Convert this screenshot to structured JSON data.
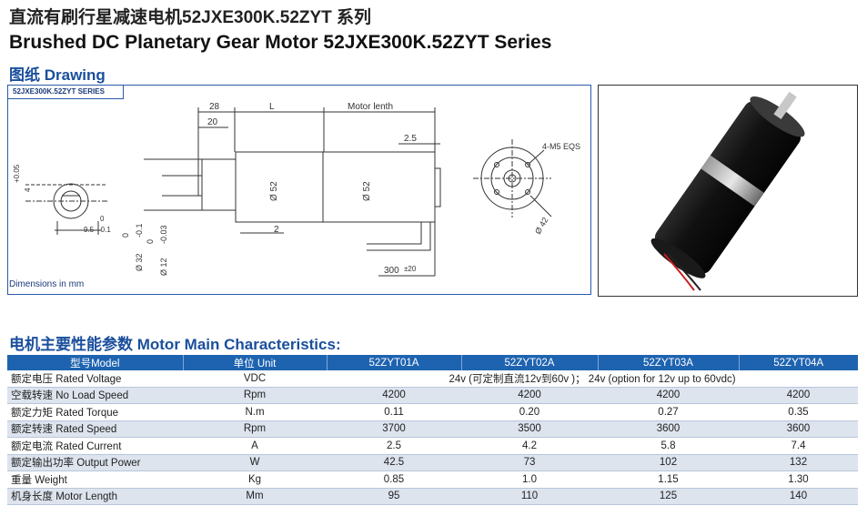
{
  "header": {
    "title_cn": "直流有刷行星减速电机52JXE300K.52ZYT 系列",
    "title_en": "Brushed DC Planetary Gear Motor 52JXE300K.52ZYT Series"
  },
  "drawing_section": {
    "title": "图纸 Drawing",
    "series_tag": "52JXE300K.52ZYT SERIES",
    "footer_label": "Dimensions in mm",
    "dims": {
      "d28": "28",
      "d20": "20",
      "dL": "L",
      "motor_len": "Motor lenth",
      "d25": "2.5",
      "holes": "4-M5 EQS",
      "tol_plus": "+0.05",
      "four": "4",
      "zero": "0",
      "d95": "9.5",
      "minus01": "-0.1",
      "phi32": "Ø 32",
      "phi12": "Ø 12",
      "minus003": "-0.03",
      "phi52": "Ø 52",
      "two": "2",
      "lead": "300",
      "pm20": "±20",
      "phi42": "Ø 42"
    }
  },
  "characteristics": {
    "title": "电机主要性能参数 Motor Main Characteristics:",
    "headers": [
      "型号Model",
      "单位 Unit",
      "52ZYT01A",
      "52ZYT02A",
      "52ZYT03A",
      "52ZYT04A"
    ],
    "voltage_row": {
      "param": "额定电压 Rated Voltage",
      "unit": "VDC",
      "value": "24v (可定制直流12v到60v )； 24v (option for 12v up to 60vdc)"
    },
    "rows": [
      {
        "param": "空载转速 No Load Speed",
        "unit": "Rpm",
        "v": [
          "4200",
          "4200",
          "4200",
          "4200"
        ]
      },
      {
        "param": "额定力矩 Rated Torque",
        "unit": "N.m",
        "v": [
          "0.11",
          "0.20",
          "0.27",
          "0.35"
        ]
      },
      {
        "param": "额定转速 Rated Speed",
        "unit": "Rpm",
        "v": [
          "3700",
          "3500",
          "3600",
          "3600"
        ]
      },
      {
        "param": "额定电流 Rated Current",
        "unit": "A",
        "v": [
          "2.5",
          "4.2",
          "5.8",
          "7.4"
        ]
      },
      {
        "param": "额定输出功率 Output Power",
        "unit": "W",
        "v": [
          "42.5",
          "73",
          "102",
          "132"
        ]
      },
      {
        "param": "重量 Weight",
        "unit": "Kg",
        "v": [
          "0.85",
          "1.0",
          "1.15",
          "1.30"
        ]
      },
      {
        "param": "机身长度 Motor Length",
        "unit": "Mm",
        "v": [
          "95",
          "110",
          "125",
          "140"
        ]
      }
    ]
  },
  "colors": {
    "accent": "#1a4f9c",
    "header_bg": "#1e63b0",
    "row_alt": "#dde4ee",
    "line": "#2a5aa8"
  }
}
